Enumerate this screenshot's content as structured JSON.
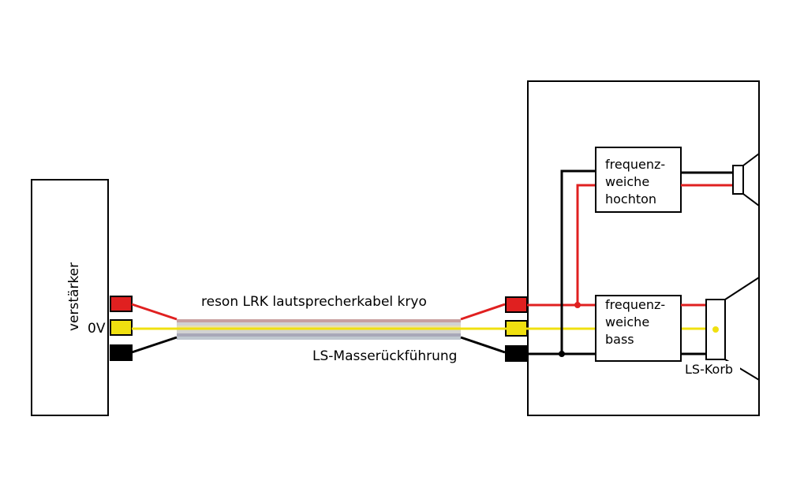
{
  "amplifier": {
    "label": "verstärker",
    "zero_volt_label": "0V"
  },
  "cable": {
    "name": "reson LRK lautsprecherkabel kryo",
    "ground_return_label": "LS-Masserückführung"
  },
  "crossover_tweeter": {
    "line1": "frequenz-",
    "line2": "weiche",
    "line3": "hochton"
  },
  "crossover_bass": {
    "line1": "frequenz-",
    "line2": "weiche",
    "line3": "bass"
  },
  "speaker_basket_label": "LS-Korb",
  "colors": {
    "positive_wire": "#e02020",
    "zero_volt_wire": "#f0e010",
    "ground_wire": "#000000",
    "cable_stripes": [
      "#c8a0a0",
      "#d2d2d2",
      "#e8e0b0",
      "#d2d2d2",
      "#a8a8b8",
      "#c0c8d0"
    ]
  }
}
